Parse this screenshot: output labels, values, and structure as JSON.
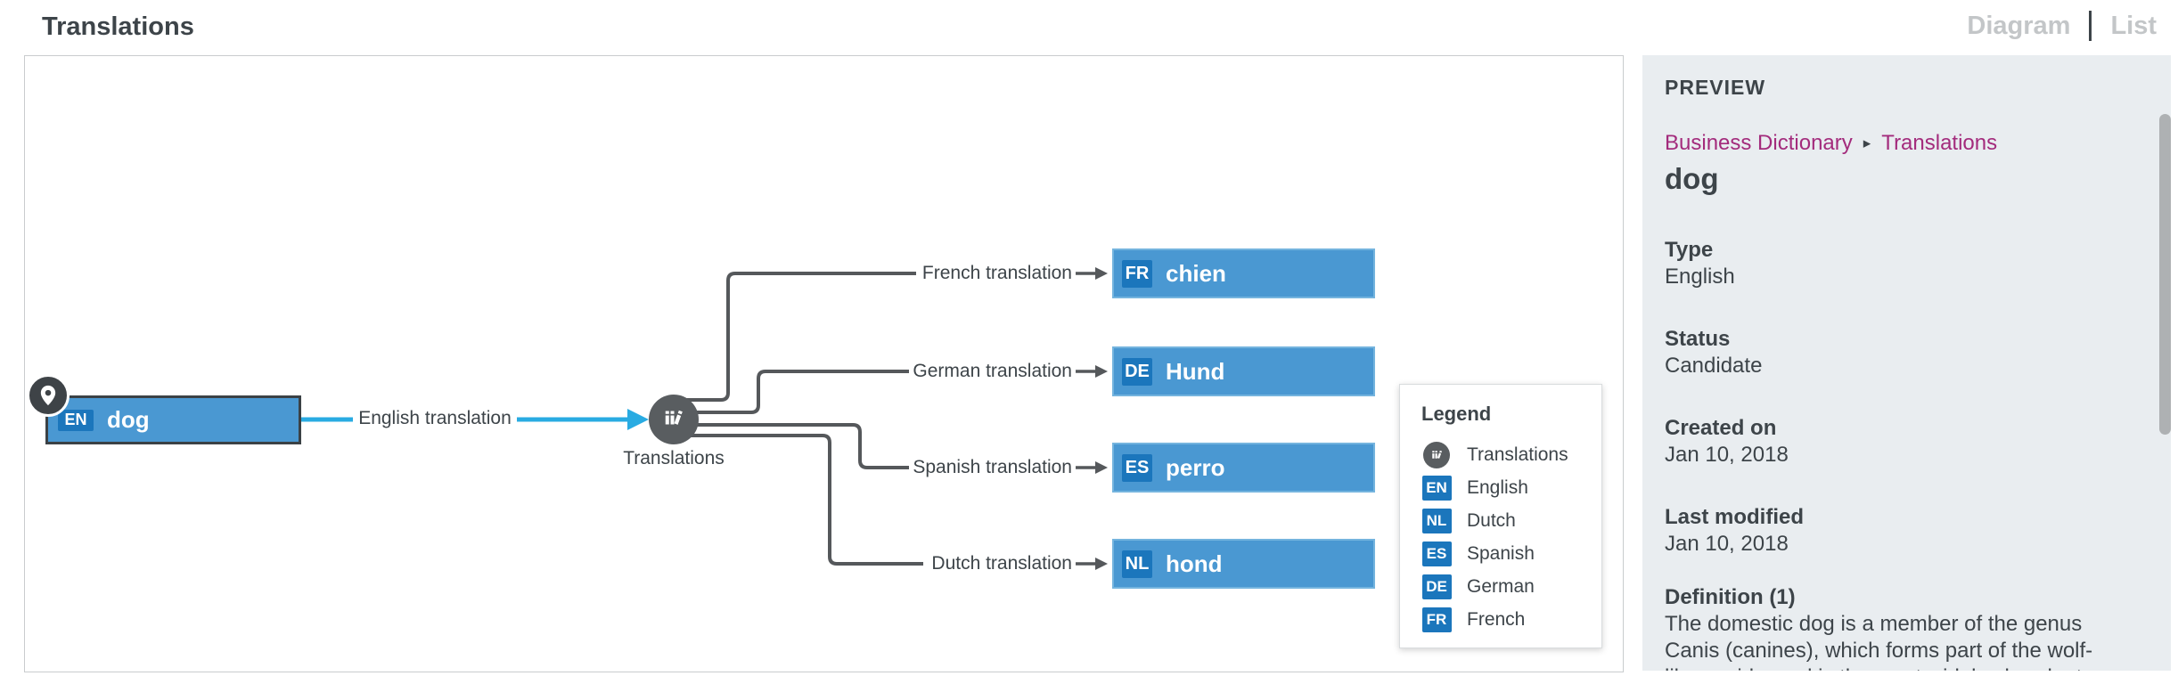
{
  "header": {
    "title": "Translations",
    "tabs": [
      {
        "label": "Diagram"
      },
      {
        "label": "List"
      }
    ]
  },
  "diagram": {
    "source_node": {
      "lang_code": "EN",
      "term": "dog",
      "marker_icon": "location-pin-icon"
    },
    "source_edge_label": "English translation",
    "hub": {
      "label": "Translations",
      "icon": "books-icon"
    },
    "edges": [
      {
        "label": "French translation",
        "lang_code": "FR",
        "term": "chien"
      },
      {
        "label": "German translation",
        "lang_code": "DE",
        "term": "Hund"
      },
      {
        "label": "Spanish translation",
        "lang_code": "ES",
        "term": "perro"
      },
      {
        "label": "Dutch translation",
        "lang_code": "NL",
        "term": "hond"
      }
    ],
    "legend": {
      "title": "Legend",
      "items": [
        {
          "icon": "books-icon",
          "label": "Translations"
        },
        {
          "code": "EN",
          "label": "English"
        },
        {
          "code": "NL",
          "label": "Dutch"
        },
        {
          "code": "ES",
          "label": "Spanish"
        },
        {
          "code": "DE",
          "label": "German"
        },
        {
          "code": "FR",
          "label": "French"
        }
      ]
    }
  },
  "sidebar": {
    "title": "PREVIEW",
    "breadcrumb": {
      "items": [
        "Business Dictionary",
        "Translations"
      ],
      "separator": "▸"
    },
    "term": "dog",
    "fields": [
      {
        "label": "Type",
        "value": "English"
      },
      {
        "label": "Status",
        "value": "Candidate"
      },
      {
        "label": "Created on",
        "value": "Jan 10, 2018"
      },
      {
        "label": "Last modified",
        "value": "Jan 10, 2018"
      },
      {
        "label": "Definition (1)",
        "value": "The domestic dog is a member of the genus Canis (canines), which forms part of the wolf-like canids, and is the most widely abundant"
      }
    ]
  },
  "colors": {
    "node_fill": "#4a98d2",
    "badge_blue": "#1b76bc",
    "edge_blue": "#29abe2",
    "edge_gray": "#55585b",
    "hub_gray": "#595d60",
    "text_dark": "#3d4449",
    "breadcrumb_magenta": "#a32b7c",
    "sidebar_bg": "#e9edf0",
    "inactive_tab": "#c3c6c8"
  }
}
